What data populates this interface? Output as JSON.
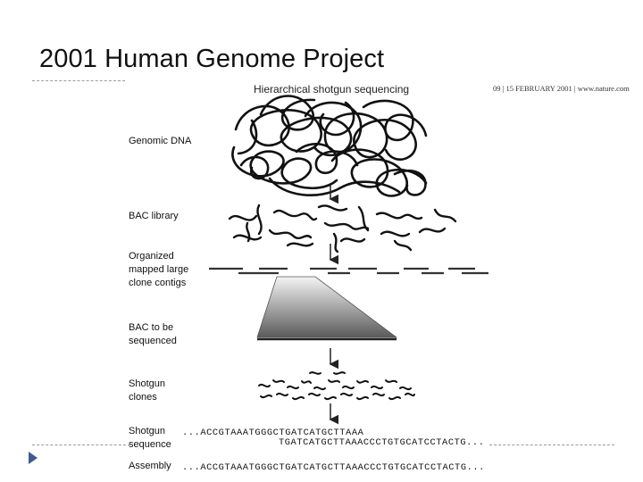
{
  "slide": {
    "title": "2001 Human Genome Project"
  },
  "figure": {
    "title": "Hierarchical shotgun sequencing",
    "citation": "09 | 15 FEBRUARY 2001 | www.nature.com",
    "labels": {
      "genomic_dna": "Genomic DNA",
      "bac_library": "BAC library",
      "contigs": "Organized\nmapped large\nclone contigs",
      "bac_sequenced": "BAC to be\nsequenced",
      "shotgun_clones": "Shotgun\nclones",
      "shotgun_sequence": "Shotgun\nsequence",
      "assembly": "Assembly"
    },
    "sequences": {
      "shotgun_line_1": "...ACCGTAAATGGGCTGATCATGCTTAAA",
      "shotgun_line_2": "TGATCATGCTTAAACCCTGTGCATCCTACTG...",
      "assembly": "...ACCGTAAATGGGCTGATCATGCTTAAACCCTGTGCATCCTACTG..."
    }
  }
}
